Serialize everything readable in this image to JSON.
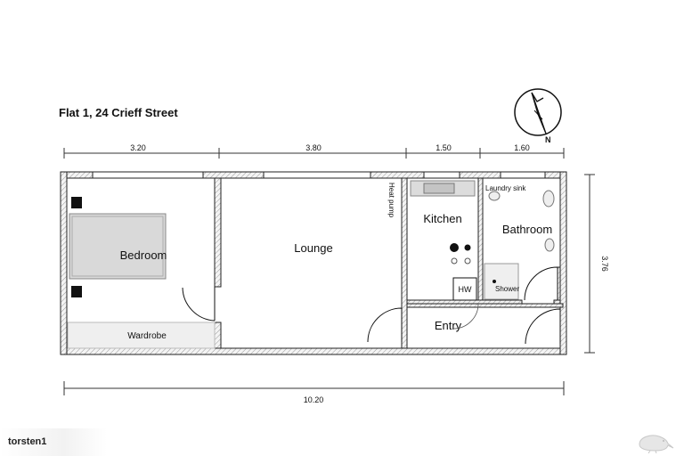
{
  "title": "Flat 1, 24 Crieff Street",
  "dimensions": {
    "top": [
      "3.20",
      "3.80",
      "1.50",
      "1.60"
    ],
    "bottom_total": "10.20",
    "right_height": "3.76"
  },
  "rooms": {
    "bedroom": "Bedroom",
    "wardrobe": "Wardrobe",
    "lounge": "Lounge",
    "heat_pump": "Heat pump",
    "kitchen": "Kitchen",
    "laundry_sink": "Laundry sink",
    "bathroom": "Bathroom",
    "hw": "HW",
    "shower": "Shower",
    "entry": "Entry"
  },
  "compass_icon": "north-arrow-icon",
  "compass_letter": "N",
  "watermark": "torsten1",
  "logo_icon": "kiwi-icon"
}
